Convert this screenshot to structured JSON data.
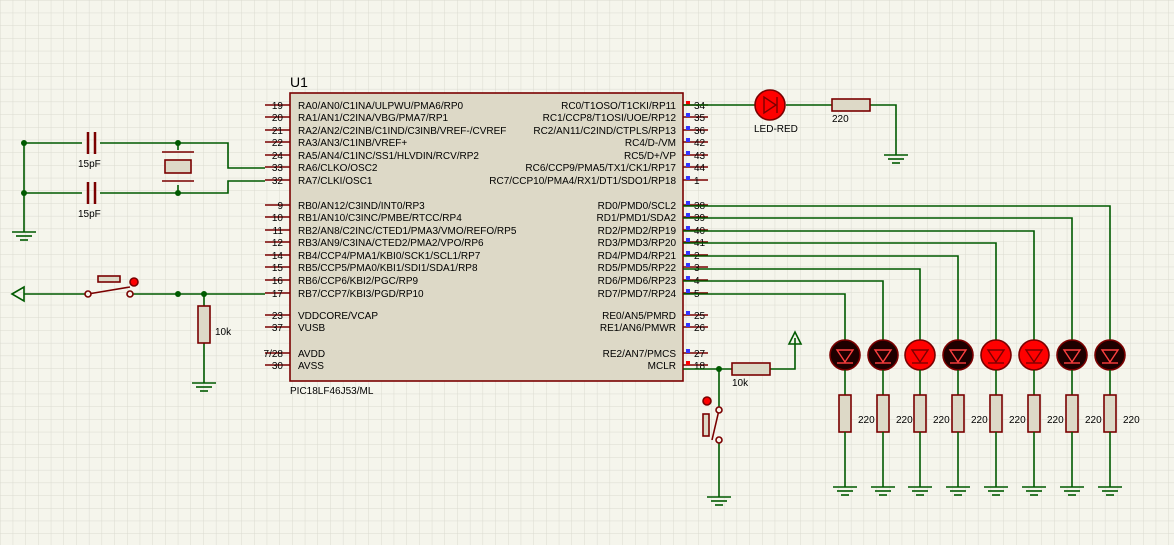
{
  "ic": {
    "ref": "U1",
    "part": "PIC18LF46J53/ML",
    "left_pins": [
      {
        "num": "19",
        "name": "RA0/AN0/C1INA/ULPWU/PMA6/RP0"
      },
      {
        "num": "20",
        "name": "RA1/AN1/C2INA/VBG/PMA7/RP1"
      },
      {
        "num": "21",
        "name": "RA2/AN2/C2INB/C1IND/C3INB/VREF-/CVREF"
      },
      {
        "num": "22",
        "name": "RA3/AN3/C1INB/VREF+"
      },
      {
        "num": "24",
        "name": "RA5/AN4/C1INC/SS1/HLVDIN/RCV/RP2"
      },
      {
        "num": "33",
        "name": "RA6/CLKO/OSC2"
      },
      {
        "num": "32",
        "name": "RA7/CLKI/OSC1"
      },
      {
        "num": "9",
        "name": "RB0/AN12/C3IND/INT0/RP3"
      },
      {
        "num": "10",
        "name": "RB1/AN10/C3INC/PMBE/RTCC/RP4"
      },
      {
        "num": "11",
        "name": "RB2/AN8/C2INC/CTED1/PMA3/VMO/REFO/RP5"
      },
      {
        "num": "12",
        "name": "RB3/AN9/C3INA/CTED2/PMA2/VPO/RP6"
      },
      {
        "num": "14",
        "name": "RB4/CCP4/PMA1/KBI0/SCK1/SCL1/RP7"
      },
      {
        "num": "15",
        "name": "RB5/CCP5/PMA0/KBI1/SDI1/SDA1/RP8"
      },
      {
        "num": "16",
        "name": "RB6/CCP6/KBI2/PGC/RP9"
      },
      {
        "num": "17",
        "name": "RB7/CCP7/KBI3/PGD/RP10"
      },
      {
        "num": "23",
        "name": "VDDCORE/VCAP"
      },
      {
        "num": "37",
        "name": "VUSB"
      },
      {
        "num": "7/28",
        "name": "AVDD"
      },
      {
        "num": "30",
        "name": "AVSS"
      }
    ],
    "right_pins": [
      {
        "num": "34",
        "name": "RC0/T1OSO/T1CKI/RP11"
      },
      {
        "num": "35",
        "name": "RC1/CCP8/T1OSI/UOE/RP12"
      },
      {
        "num": "36",
        "name": "RC2/AN11/C2IND/CTPLS/RP13"
      },
      {
        "num": "42",
        "name": "RC4/D-/VM"
      },
      {
        "num": "43",
        "name": "RC5/D+/VP"
      },
      {
        "num": "44",
        "name": "RC6/CCP9/PMA5/TX1/CK1/RP17"
      },
      {
        "num": "1",
        "name": "RC7/CCP10/PMA4/RX1/DT1/SDO1/RP18"
      },
      {
        "num": "38",
        "name": "RD0/PMD0/SCL2"
      },
      {
        "num": "39",
        "name": "RD1/PMD1/SDA2"
      },
      {
        "num": "40",
        "name": "RD2/PMD2/RP19"
      },
      {
        "num": "41",
        "name": "RD3/PMD3/RP20"
      },
      {
        "num": "2",
        "name": "RD4/PMD4/RP21"
      },
      {
        "num": "3",
        "name": "RD5/PMD5/RP22"
      },
      {
        "num": "4",
        "name": "RD6/PMD6/RP23"
      },
      {
        "num": "5",
        "name": "RD7/PMD7/RP24"
      },
      {
        "num": "25",
        "name": "RE0/AN5/PMRD"
      },
      {
        "num": "26",
        "name": "RE1/AN6/PMWR"
      },
      {
        "num": "27",
        "name": "RE2/AN7/PMCS"
      },
      {
        "num": "18",
        "name": "MCLR"
      }
    ]
  },
  "components": {
    "cap_top_value": "15pF",
    "cap_bottom_value": "15pF",
    "pulldown_res_value": "10k",
    "mclr_res_value": "10k",
    "led_red_label": "LED-RED",
    "led_red_res_value": "220",
    "led_bank_res_values": [
      "220",
      "220",
      "220",
      "220",
      "220",
      "220",
      "220",
      "220"
    ],
    "led_bank_states": [
      "off",
      "off",
      "on",
      "off",
      "on",
      "on",
      "off",
      "off"
    ]
  },
  "colors": {
    "background": "#f5f5ec",
    "grid": "#dadad0",
    "wire": "#005a00",
    "body_outline": "#7a0000",
    "ic_fill": "#ddd9c7",
    "led_on": "#ff0000",
    "led_off": "#1e0000",
    "pin_active": "#ff0000",
    "pin_inactive": "#3333ff"
  }
}
